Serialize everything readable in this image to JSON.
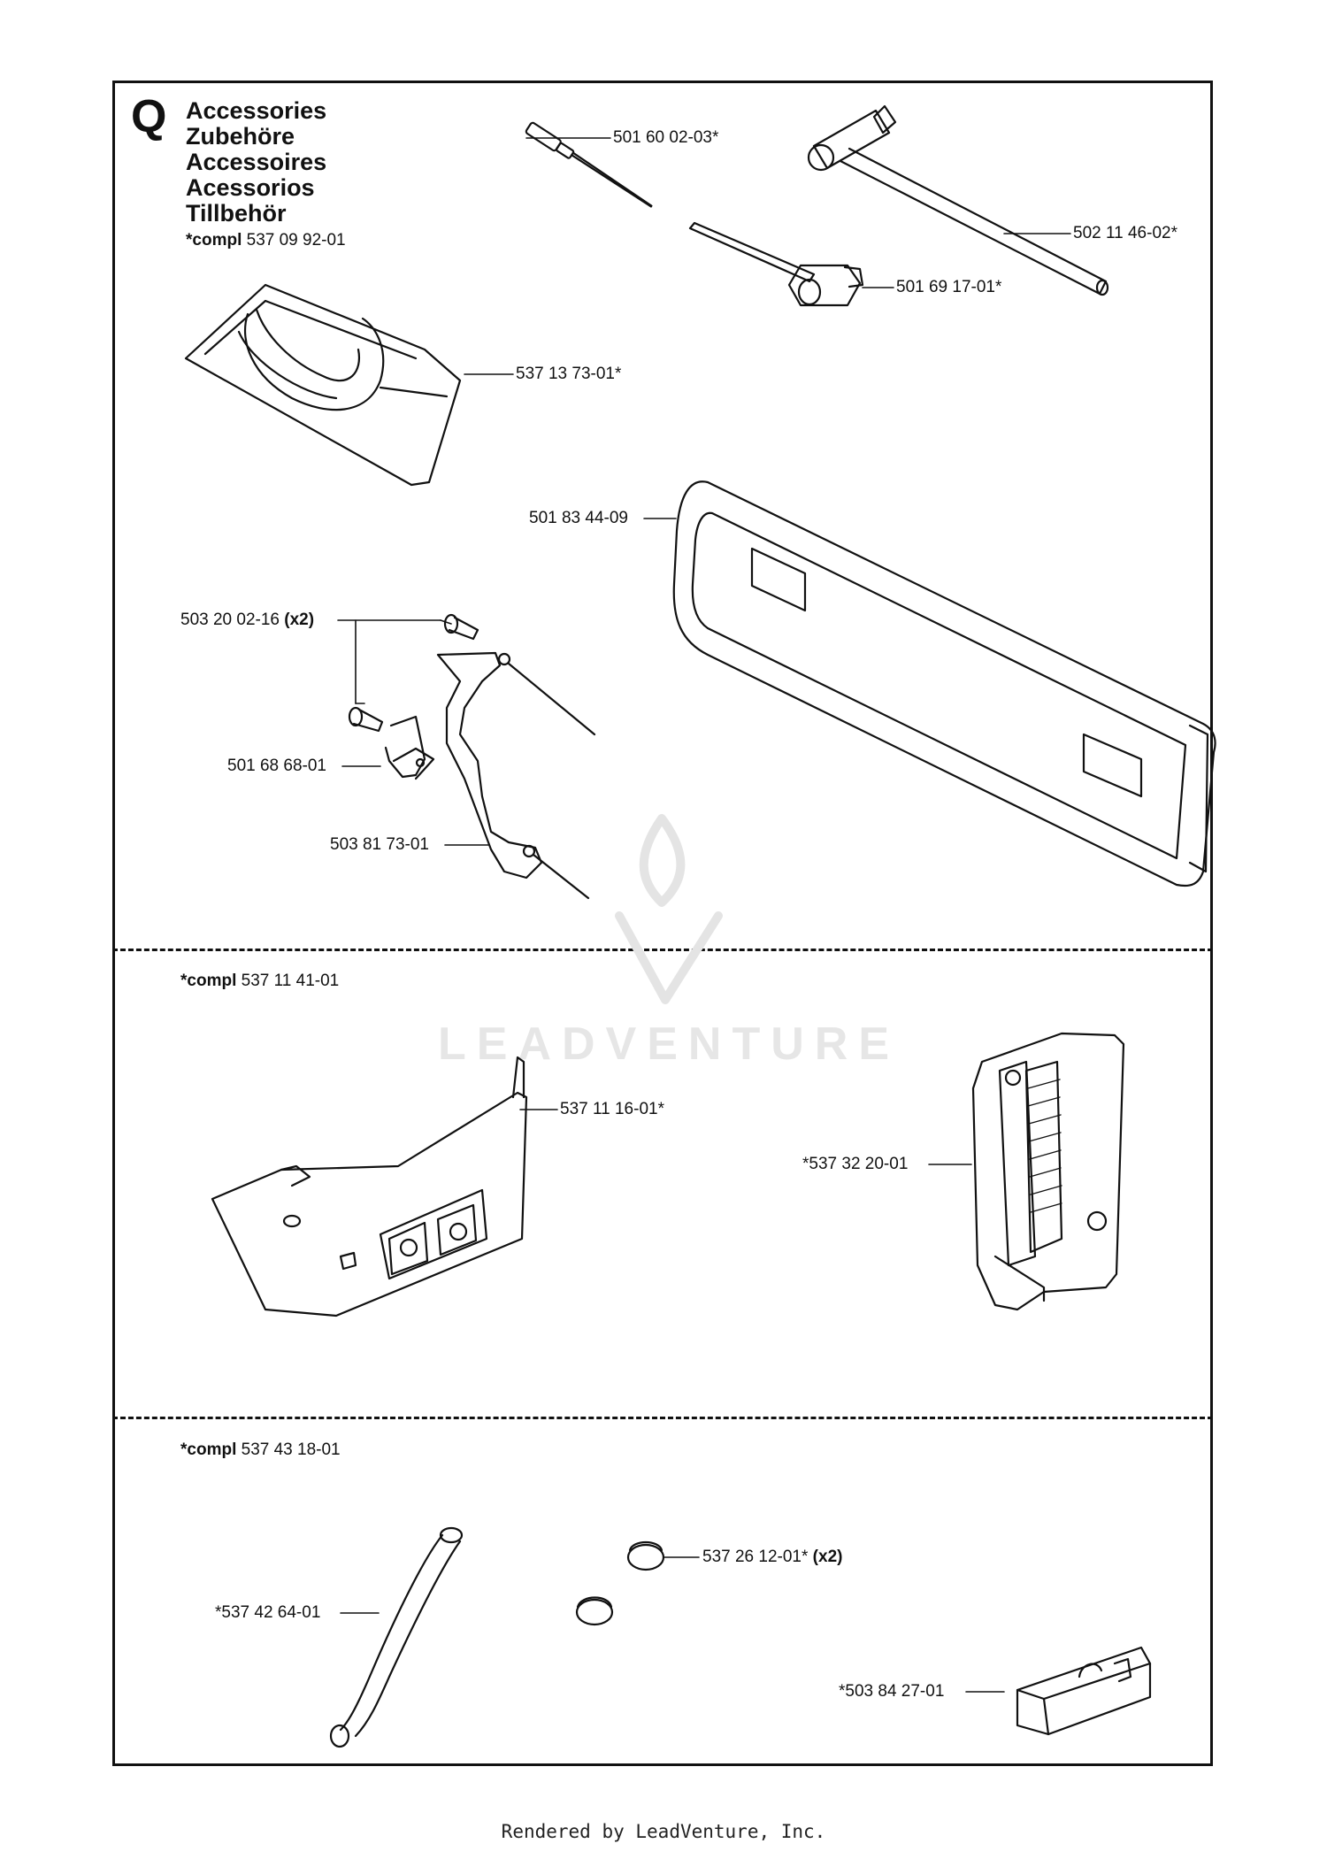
{
  "section": {
    "letter": "Q",
    "titles": [
      "Accessories",
      "Zubehöre",
      "Accessoires",
      "Acessorios",
      "Tillbehör"
    ]
  },
  "groups": [
    {
      "compl_label": "*compl",
      "compl_number": "537 09 92-01"
    },
    {
      "compl_label": "*compl",
      "compl_number": "537 11 41-01"
    },
    {
      "compl_label": "*compl",
      "compl_number": "537 43 18-01"
    }
  ],
  "parts": [
    {
      "number": "501 60 02-03*",
      "qty": ""
    },
    {
      "number": "502 11 46-02*",
      "qty": ""
    },
    {
      "number": "501 69 17-01*",
      "qty": ""
    },
    {
      "number": "537 13 73-01*",
      "qty": ""
    },
    {
      "number": "501 83 44-09",
      "qty": ""
    },
    {
      "number": "503 20 02-16",
      "qty": "(x2)"
    },
    {
      "number": "501 68 68-01",
      "qty": ""
    },
    {
      "number": "503 81 73-01",
      "qty": ""
    },
    {
      "number": "537 11 16-01*",
      "qty": ""
    },
    {
      "number": "*537 32 20-01",
      "qty": ""
    },
    {
      "number": "537 26 12-01*",
      "qty": "(x2)"
    },
    {
      "number": "*537 42 64-01",
      "qty": ""
    },
    {
      "number": "*503 84 27-01",
      "qty": ""
    }
  ],
  "watermark": "LEADVENTURE",
  "footer": "Rendered by LeadVenture, Inc."
}
